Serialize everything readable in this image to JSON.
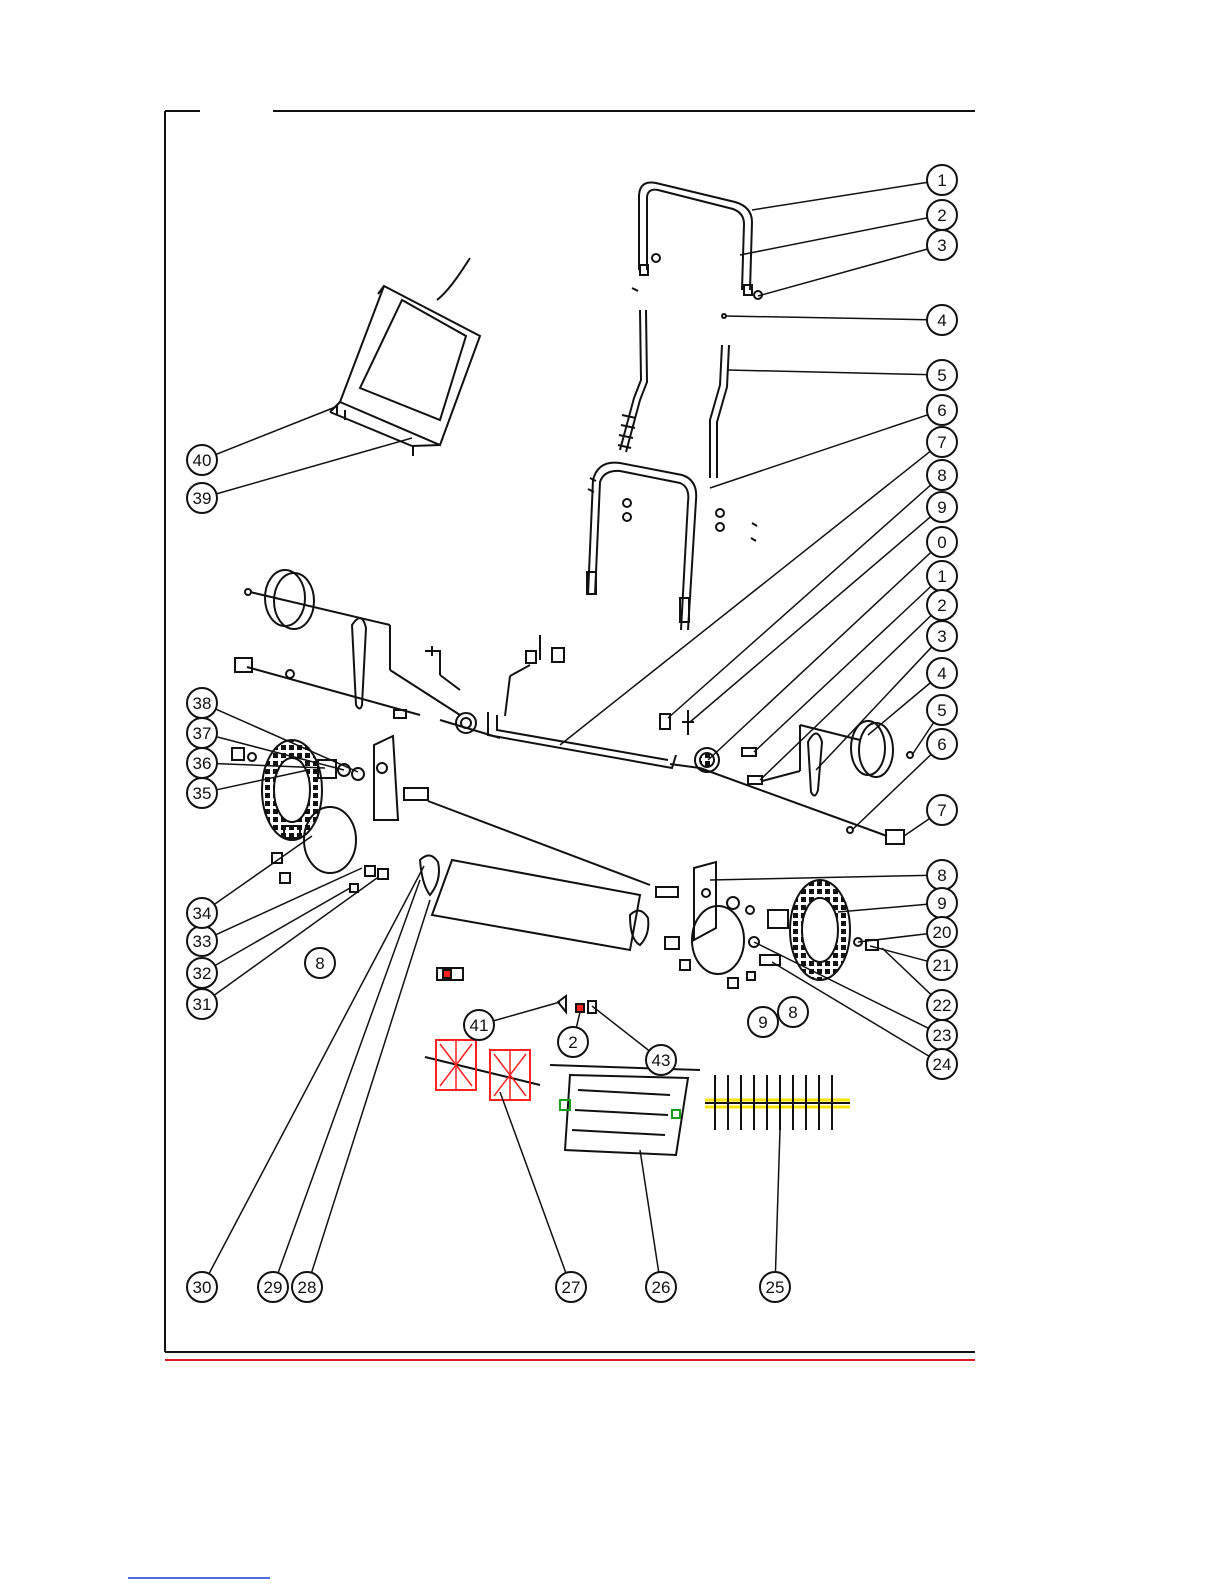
{
  "diagram": {
    "callouts": [
      {
        "id": "c1",
        "label": "1"
      },
      {
        "id": "c2",
        "label": "2"
      },
      {
        "id": "c3",
        "label": "3"
      },
      {
        "id": "c4",
        "label": "4"
      },
      {
        "id": "c5",
        "label": "5"
      },
      {
        "id": "c6",
        "label": "6"
      },
      {
        "id": "c7",
        "label": "7"
      },
      {
        "id": "c8",
        "label": "8"
      },
      {
        "id": "c9",
        "label": "9"
      },
      {
        "id": "c10",
        "label": "0"
      },
      {
        "id": "c11",
        "label": "1"
      },
      {
        "id": "c12",
        "label": "2"
      },
      {
        "id": "c13",
        "label": "3"
      },
      {
        "id": "c14",
        "label": "4"
      },
      {
        "id": "c15",
        "label": "5"
      },
      {
        "id": "c16",
        "label": "6"
      },
      {
        "id": "c17",
        "label": "7"
      },
      {
        "id": "c18",
        "label": "8"
      },
      {
        "id": "c19",
        "label": "9"
      },
      {
        "id": "c20",
        "label": "20"
      },
      {
        "id": "c21",
        "label": "21"
      },
      {
        "id": "c22",
        "label": "22"
      },
      {
        "id": "c23",
        "label": "23"
      },
      {
        "id": "c24",
        "label": "24"
      },
      {
        "id": "c25",
        "label": "25"
      },
      {
        "id": "c26",
        "label": "26"
      },
      {
        "id": "c27",
        "label": "27"
      },
      {
        "id": "c28",
        "label": "28"
      },
      {
        "id": "c29",
        "label": "29"
      },
      {
        "id": "c30",
        "label": "30"
      },
      {
        "id": "c31",
        "label": "31"
      },
      {
        "id": "c32",
        "label": "32"
      },
      {
        "id": "c33",
        "label": "33"
      },
      {
        "id": "c34",
        "label": "34"
      },
      {
        "id": "c35",
        "label": "35"
      },
      {
        "id": "c36",
        "label": "36"
      },
      {
        "id": "c37",
        "label": "37"
      },
      {
        "id": "c38",
        "label": "38"
      },
      {
        "id": "c39",
        "label": "39"
      },
      {
        "id": "c40",
        "label": "40"
      },
      {
        "id": "c8b",
        "label": "8"
      },
      {
        "id": "c8c",
        "label": "8"
      },
      {
        "id": "c9b",
        "label": "9"
      },
      {
        "id": "c41",
        "label": "41"
      },
      {
        "id": "c42",
        "label": "2"
      },
      {
        "id": "c43",
        "label": "43"
      }
    ],
    "colors": {
      "line": "#111111",
      "red_rule": "#e02020",
      "highlight_red": "#ff2020",
      "highlight_yellow": "#f5e400",
      "highlight_green": "#19a019",
      "link_blue": "#1a3fd6"
    }
  }
}
